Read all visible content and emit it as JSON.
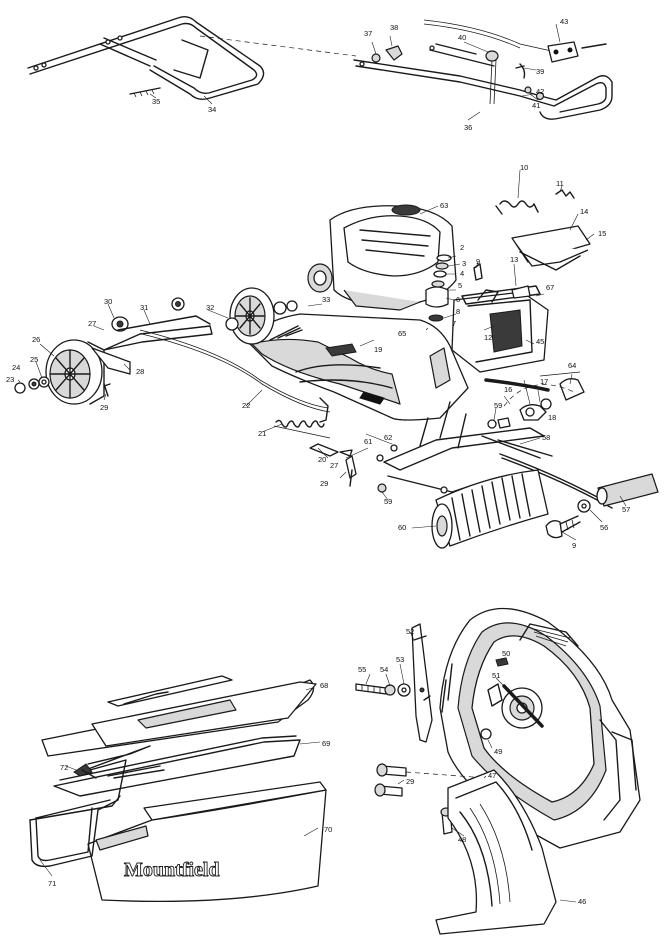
{
  "brand_text": "Mountfield",
  "callouts": [
    "2",
    "3",
    "4",
    "5",
    "6",
    "7",
    "8",
    "9",
    "10",
    "11",
    "12",
    "13",
    "14",
    "15",
    "16",
    "17",
    "18",
    "19",
    "20",
    "21",
    "22",
    "23",
    "24",
    "25",
    "26",
    "27",
    "28",
    "29",
    "30",
    "31",
    "32",
    "33",
    "34",
    "35",
    "36",
    "37",
    "38",
    "39",
    "40",
    "41",
    "42",
    "43",
    "45",
    "46",
    "47",
    "48",
    "49",
    "50",
    "51",
    "52",
    "53",
    "54",
    "55",
    "56",
    "57",
    "58",
    "59",
    "60",
    "61",
    "62",
    "63",
    "64",
    "65",
    "67",
    "68",
    "69",
    "70",
    "71",
    "72"
  ]
}
